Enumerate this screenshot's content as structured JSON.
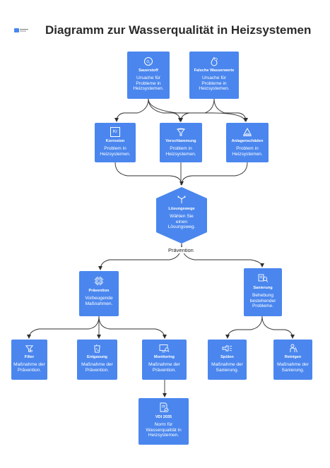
{
  "title": "Diagramm zur Wasserqualität in Heizsystemen",
  "logo": {
    "icon": "napkin-logo"
  },
  "nodes": {
    "sauerstoff": {
      "name": "Sauerstoff",
      "desc": "Ursache für Probleme in Heizsystemen.",
      "icon": "oxygen-icon"
    },
    "wasserwerte": {
      "name": "Falsche Wasserwerte",
      "desc": "Ursache für Probleme in Heizsystemen.",
      "icon": "water-drop-icon"
    },
    "korrosion": {
      "name": "Korrosion",
      "desc": "Problem in Heizsystemen.",
      "icon": "krypton-element-icon",
      "symbol": "Kr"
    },
    "verschlammung": {
      "name": "Verschlammung",
      "desc": "Problem in Heizsystemen.",
      "icon": "sludge-funnel-icon"
    },
    "anlagenschaeden": {
      "name": "Anlagenschäden",
      "desc": "Problem in Heizsystemen.",
      "icon": "damage-warning-icon"
    },
    "loesungswege": {
      "name": "Lösungswege",
      "desc": "Wählen Sie einen Lösungsweg.",
      "icon": "split-arrows-icon"
    },
    "praevention": {
      "name": "Prävention",
      "desc": "Vorbeugende Maßnahmen.",
      "icon": "chip-icon"
    },
    "sanierung": {
      "name": "Sanierung",
      "desc": "Behebung bestehender Probleme.",
      "icon": "repair-tools-icon"
    },
    "filter": {
      "name": "Filter",
      "desc": "Maßnahme der Prävention.",
      "icon": "filter-icon"
    },
    "entgasung": {
      "name": "Entgasung",
      "desc": "Maßnahme der Prävention.",
      "icon": "degassing-glass-icon"
    },
    "monitoring": {
      "name": "Monitoring",
      "desc": "Maßnahme der Prävention.",
      "icon": "monitor-search-icon"
    },
    "vdi": {
      "name": "VDI 2035",
      "desc": "Norm für Wasserqualität in Heizsystemen.",
      "icon": "document-check-icon"
    },
    "spuelen": {
      "name": "Spülen",
      "desc": "Maßnahme der Sanierung.",
      "icon": "flush-spray-icon"
    },
    "reinigen": {
      "name": "Reinigen",
      "desc": "Maßnahme der Sanierung.",
      "icon": "cleaning-icon"
    }
  },
  "edge_label": "Prävention",
  "colors": {
    "node": "#4a86ee",
    "edge": "#2f2f2f",
    "text_on_node": "#ffffff"
  }
}
